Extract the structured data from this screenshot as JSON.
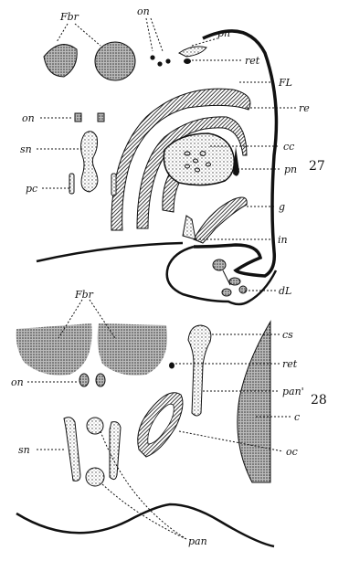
{
  "figure_27": {
    "number": "27",
    "labels": {
      "fbr": "Fbr",
      "on_top": "on",
      "pn_top": "pn",
      "ret": "ret",
      "fl": "FL",
      "re": "re",
      "on_left": "on",
      "cc": "cc",
      "sn": "sn",
      "pn_right": "pn",
      "pc": "pc",
      "g": "g",
      "in": "in",
      "dl": "dL"
    }
  },
  "figure_28": {
    "number": "28",
    "labels": {
      "fbr": "Fbr",
      "cs": "cs",
      "ret": "ret",
      "on": "on",
      "pan_right": "pan'",
      "c": "c",
      "sn": "sn",
      "oc": "oc",
      "pan_bottom": "pan"
    }
  }
}
